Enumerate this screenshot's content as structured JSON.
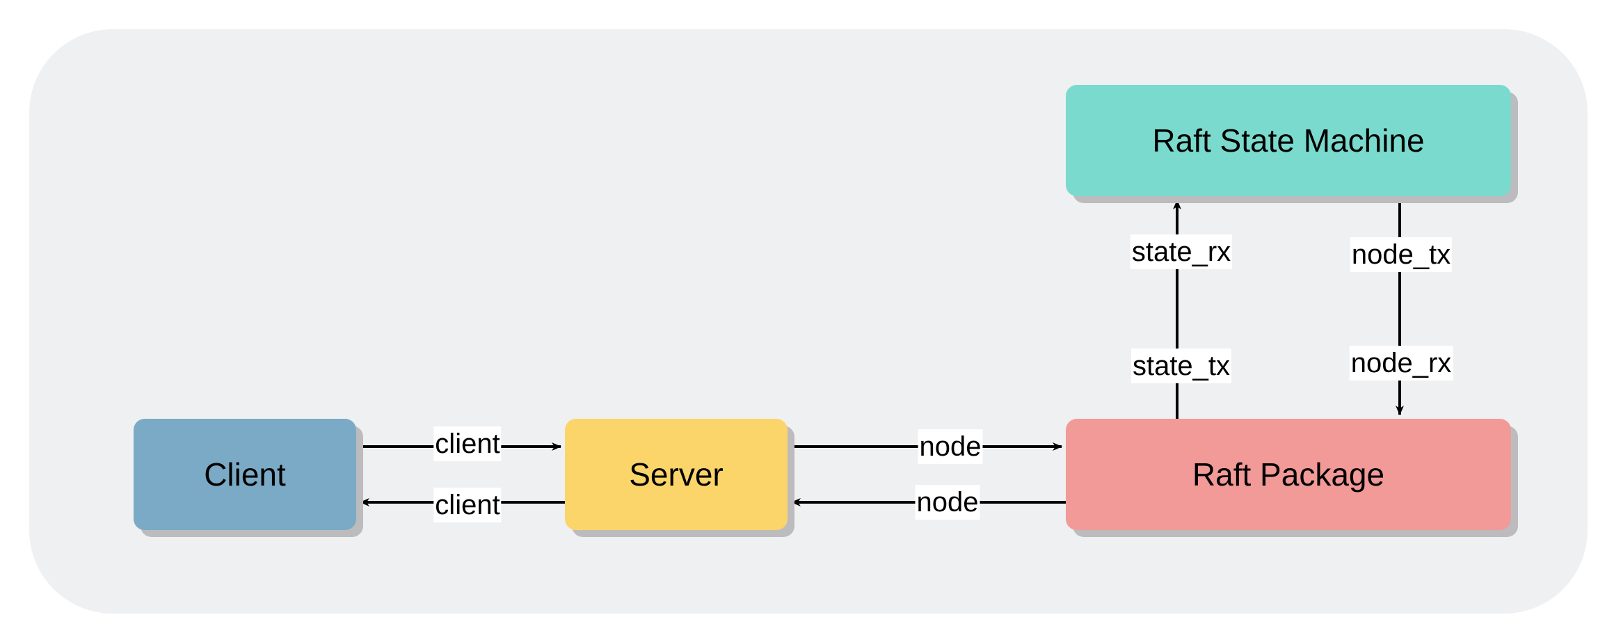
{
  "nodes": {
    "client": {
      "label": "Client",
      "color": "#7aaac5"
    },
    "server": {
      "label": "Server",
      "color": "#fbd569"
    },
    "raft_package": {
      "label": "Raft Package",
      "color": "#f19a98"
    },
    "raft_state_machine": {
      "label": "Raft State Machine",
      "color": "#7adacd"
    }
  },
  "edges": {
    "client_to_server": "client",
    "server_to_client": "client",
    "server_to_raft": "node",
    "raft_to_server": "node",
    "raft_to_sm_tail": "state_tx",
    "raft_to_sm_head": "state_rx",
    "sm_to_raft_tail": "node_tx",
    "sm_to_raft_head": "node_rx"
  },
  "colors": {
    "background_panel": "#eff0f2",
    "shadow": "#bcbcbe",
    "edge": "#000000"
  }
}
